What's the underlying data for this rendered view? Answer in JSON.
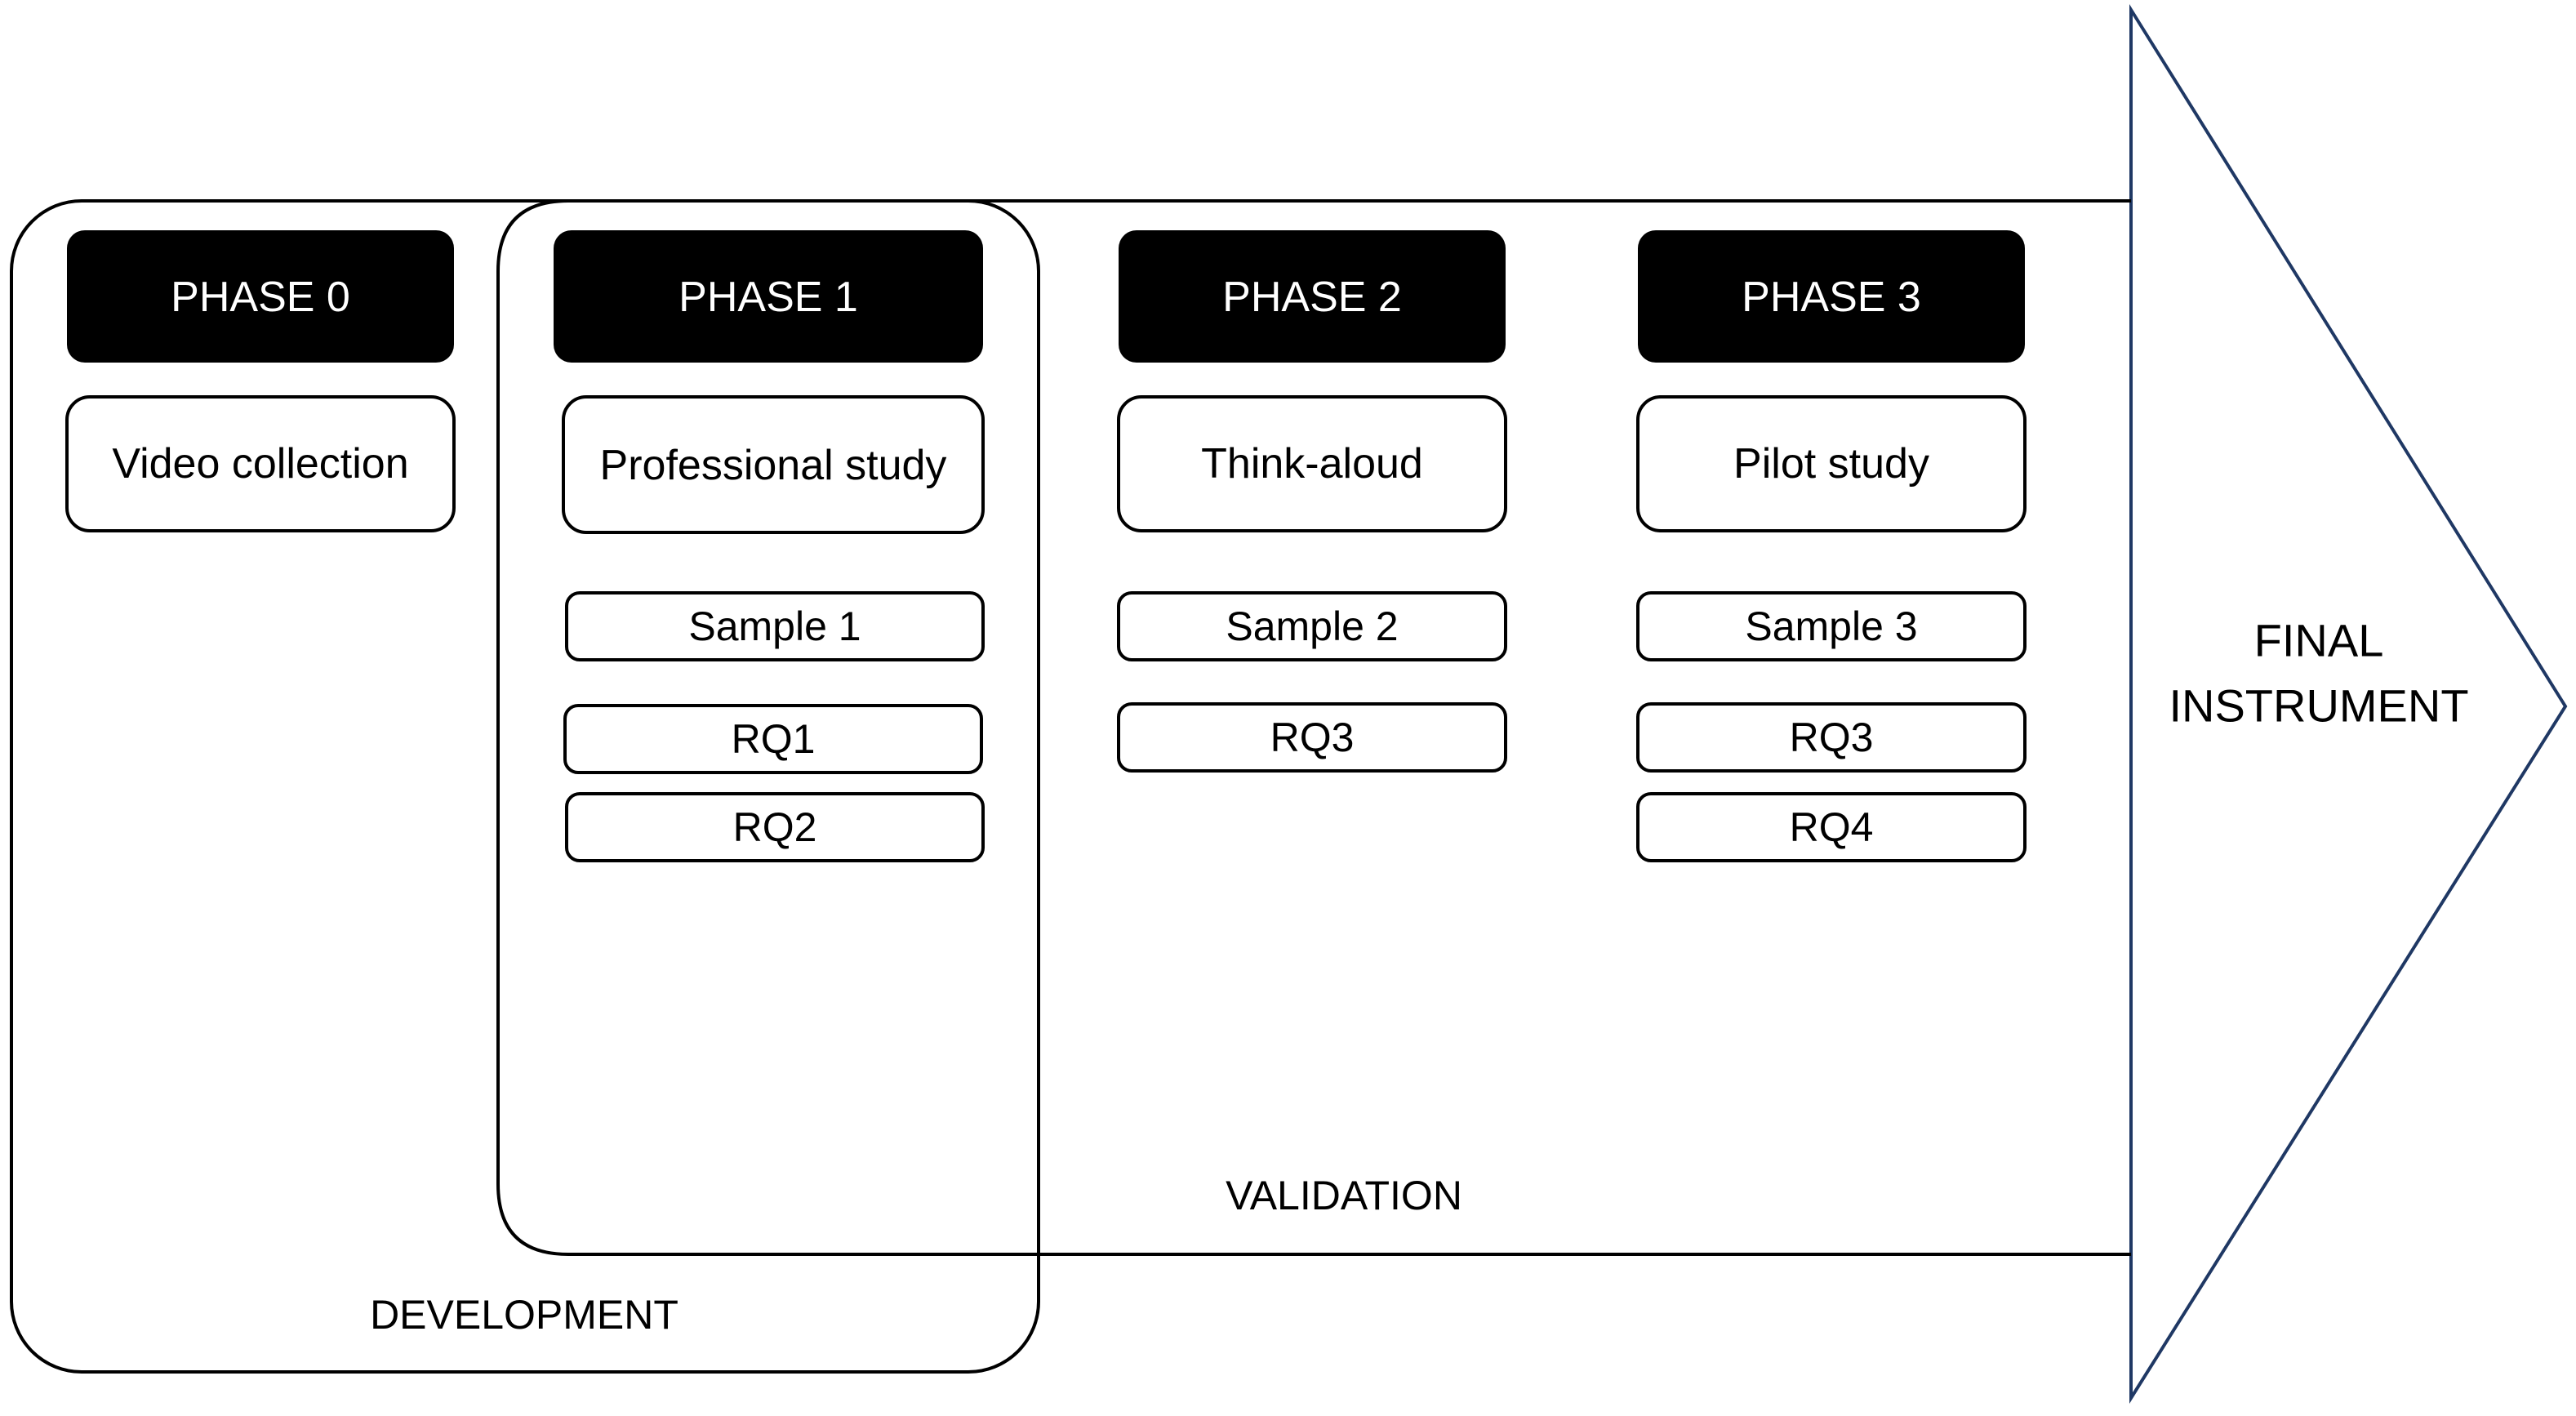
{
  "diagram": {
    "regions": {
      "development": "DEVELOPMENT",
      "validation": "VALIDATION"
    },
    "final_instrument": {
      "line1": "FINAL",
      "line2": "INSTRUMENT"
    },
    "phases": [
      {
        "header": "PHASE 0",
        "activity": "Video collection",
        "sample": null,
        "rqs": []
      },
      {
        "header": "PHASE 1",
        "activity": "Professional study",
        "sample": "Sample 1",
        "rqs": [
          "RQ1",
          "RQ2"
        ]
      },
      {
        "header": "PHASE 2",
        "activity": "Think-aloud",
        "sample": "Sample 2",
        "rqs": [
          "RQ3"
        ]
      },
      {
        "header": "PHASE 3",
        "activity": "Pilot study",
        "sample": "Sample 3",
        "rqs": [
          "RQ3",
          "RQ4"
        ]
      }
    ],
    "colors": {
      "header_fill": "#000000",
      "header_text": "#ffffff",
      "box_stroke": "#000000",
      "arrow_stroke": "#1f3864"
    }
  }
}
